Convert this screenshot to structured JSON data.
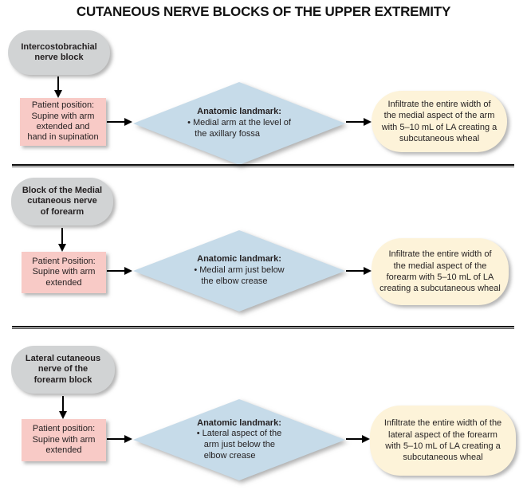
{
  "title": "CUTANEOUS NERVE BLOCKS OF THE UPPER EXTREMITY",
  "colors": {
    "start_fill": "#d1d3d4",
    "position_fill": "#f8cac6",
    "landmark_fill": "#c6dbe9",
    "action_fill": "#fdf3d9",
    "arrow": "#000000"
  },
  "rows": [
    {
      "start_lines": [
        "Intercostobrachial",
        "nerve block"
      ],
      "position_lines": [
        "Patient position:",
        "Supine with arm",
        "extended and",
        "hand in supination"
      ],
      "landmark_title": "Anatomic landmark:",
      "landmark_lines": [
        "• Medial arm at the level of",
        "the axillary fossa"
      ],
      "action_lines": [
        "Infiltrate the entire width of",
        "the medial aspect of the arm",
        "with 5–10 mL of LA creating a",
        "subcutaneous wheal"
      ]
    },
    {
      "start_lines": [
        "Block of the Medial",
        "cutaneous nerve",
        "of forearm"
      ],
      "position_lines": [
        "Patient Position:",
        "Supine with arm",
        "extended"
      ],
      "landmark_title": "Anatomic landmark:",
      "landmark_lines": [
        "• Medial arm just below",
        "the elbow crease"
      ],
      "action_lines": [
        "Infiltrate the entire width of",
        "the medial aspect of the",
        "forearm with 5–10 mL of LA",
        "creating a subcutaneous wheal"
      ]
    },
    {
      "start_lines": [
        "Lateral cutaneous",
        "nerve of the",
        "forearm block"
      ],
      "position_lines": [
        "Patient position:",
        "Supine with arm",
        "extended"
      ],
      "landmark_title": "Anatomic landmark:",
      "landmark_lines": [
        "• Lateral aspect of the",
        "arm just below the",
        "elbow crease"
      ],
      "action_lines": [
        "Infiltrate the entire width of the",
        "lateral aspect of the forearm",
        "with 5–10 mL of LA creating a",
        "subcutaneous wheal"
      ]
    }
  ]
}
